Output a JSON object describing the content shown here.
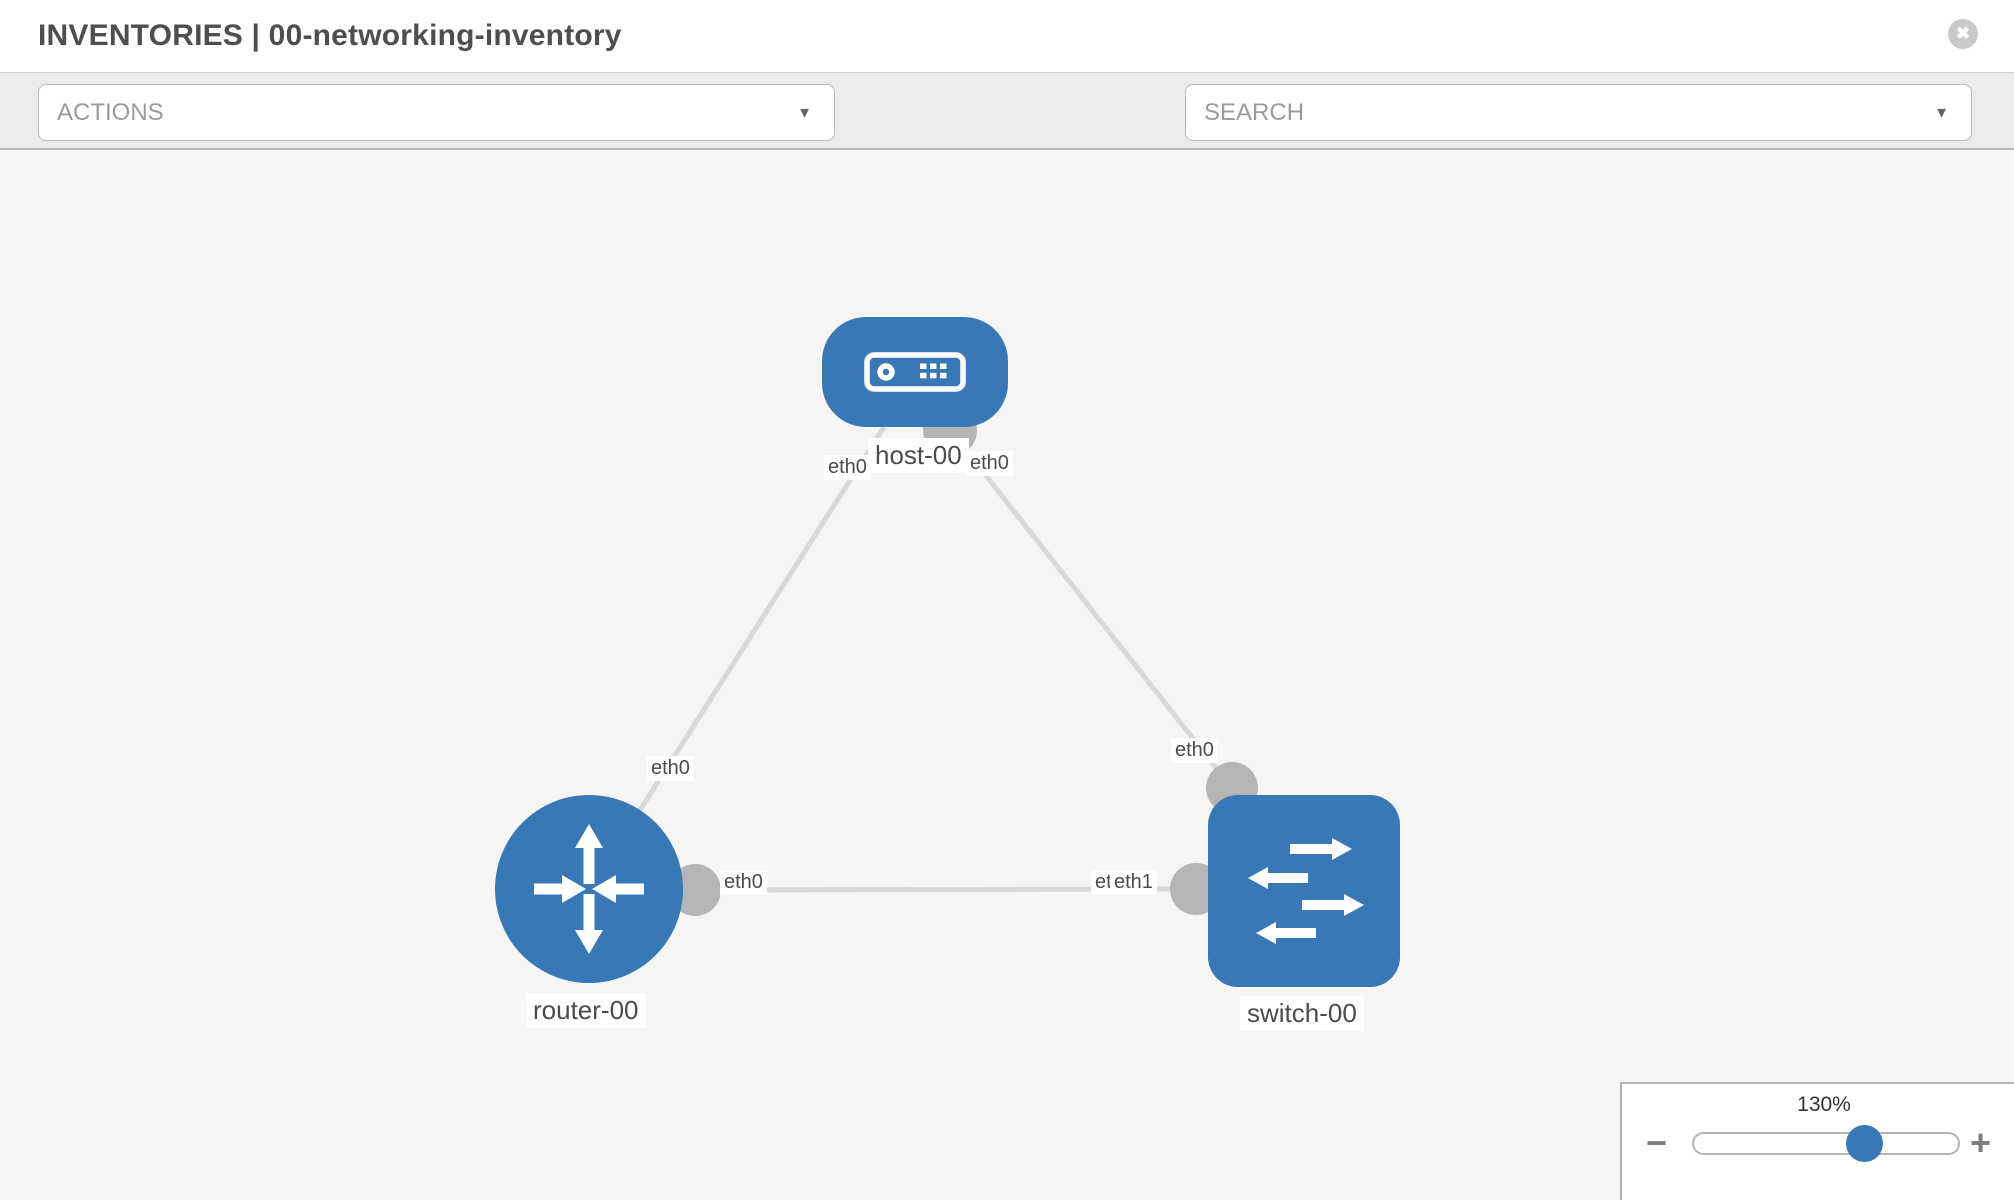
{
  "header": {
    "title": "INVENTORIES | 00-networking-inventory"
  },
  "icons": {
    "close": "✖",
    "caret": "▼",
    "minus": "−",
    "plus": "+"
  },
  "toolbar": {
    "actions_placeholder": "ACTIONS",
    "search_placeholder": "SEARCH"
  },
  "topology": {
    "nodes": [
      {
        "id": "host-00",
        "type": "host",
        "label": "host-00"
      },
      {
        "id": "router-00",
        "type": "router",
        "label": "router-00"
      },
      {
        "id": "switch-00",
        "type": "switch",
        "label": "switch-00"
      }
    ],
    "links": [
      {
        "from": "host-00",
        "from_if": "eth0",
        "to": "router-00",
        "to_if": "eth0"
      },
      {
        "from": "host-00",
        "from_if": "eth0",
        "to": "switch-00",
        "to_if": "eth0"
      },
      {
        "from": "router-00",
        "from_if": "eth0",
        "to": "switch-00",
        "to_if": "eth1",
        "to_if_overlapped": "eth0"
      }
    ]
  },
  "zoom_control": {
    "value": "130%"
  },
  "colors": {
    "node_blue": "#3878b6",
    "link_gray": "#d8d8d8",
    "connector_gray": "#b5b5b5",
    "toolbar_bg": "#ebebeb",
    "canvas_bg": "#f5f5f4",
    "close_gray": "#c9c9c9",
    "tool_icon_gray": "#6f777e"
  }
}
